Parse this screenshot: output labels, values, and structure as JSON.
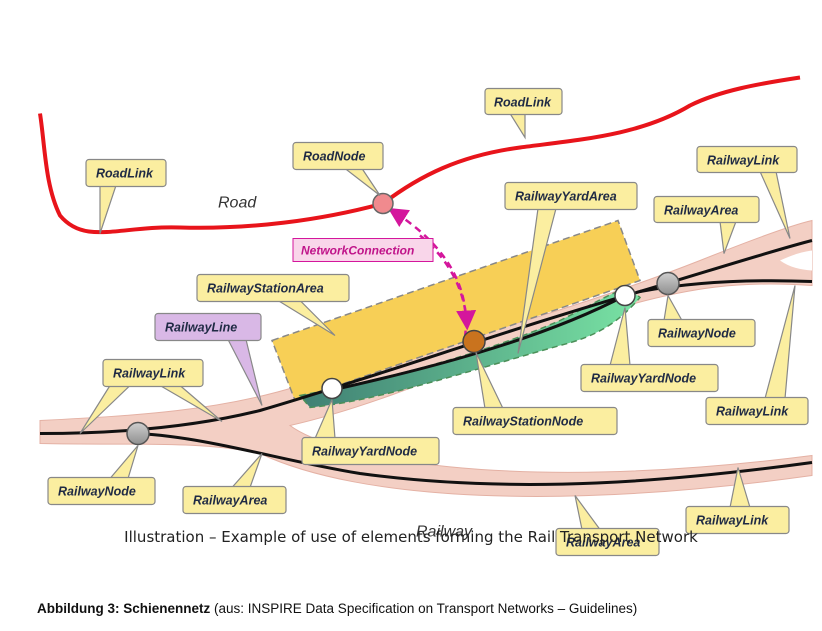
{
  "labels": {
    "road": "Road",
    "railway": "Railway",
    "network_connection": "NetworkConnection"
  },
  "callouts": {
    "roadlink_top": "RoadLink",
    "roadlink_left": "RoadLink",
    "roadnode": "RoadNode",
    "railwaylink_top_right": "RailwayLink",
    "railwayarea_top_right": "RailwayArea",
    "railwayyardarea": "RailwayYardArea",
    "railwaystationarea": "RailwayStationArea",
    "railwayline": "RailwayLine",
    "railwaylink_left": "RailwayLink",
    "railwaynode_right": "RailwayNode",
    "railwayyardnode_right": "RailwayYardNode",
    "railwaystationnode": "RailwayStationNode",
    "railwaylink_mid_right": "RailwayLink",
    "railwayyardnode_left": "RailwayYardNode",
    "railwaynode_left": "RailwayNode",
    "railwayarea_bottom_left": "RailwayArea",
    "railwaylink_bottom_right": "RailwayLink",
    "railwayarea_bottom": "RailwayArea"
  },
  "captions": {
    "illustration": "Illustration – Example of use of elements forming the Rail Transport Network",
    "figure_label": "Abbildung 3: Schienennetz",
    "figure_source": " (aus: INSPIRE Data Specification on Transport Networks – Guidelines)"
  },
  "colors": {
    "road": "#e8141b",
    "railway_area": "#f3cfc4",
    "railway_line": "#111111",
    "station_area": "#f7cf56",
    "yard_area": "#5fd39a",
    "callout_fill": "#fbeea0",
    "callout_line_fill": "#d9b8e6",
    "network_connection": "#d4169c",
    "railway_node": "#a9a9a9",
    "road_node": "#f08a8e",
    "station_node": "#c9731e"
  }
}
